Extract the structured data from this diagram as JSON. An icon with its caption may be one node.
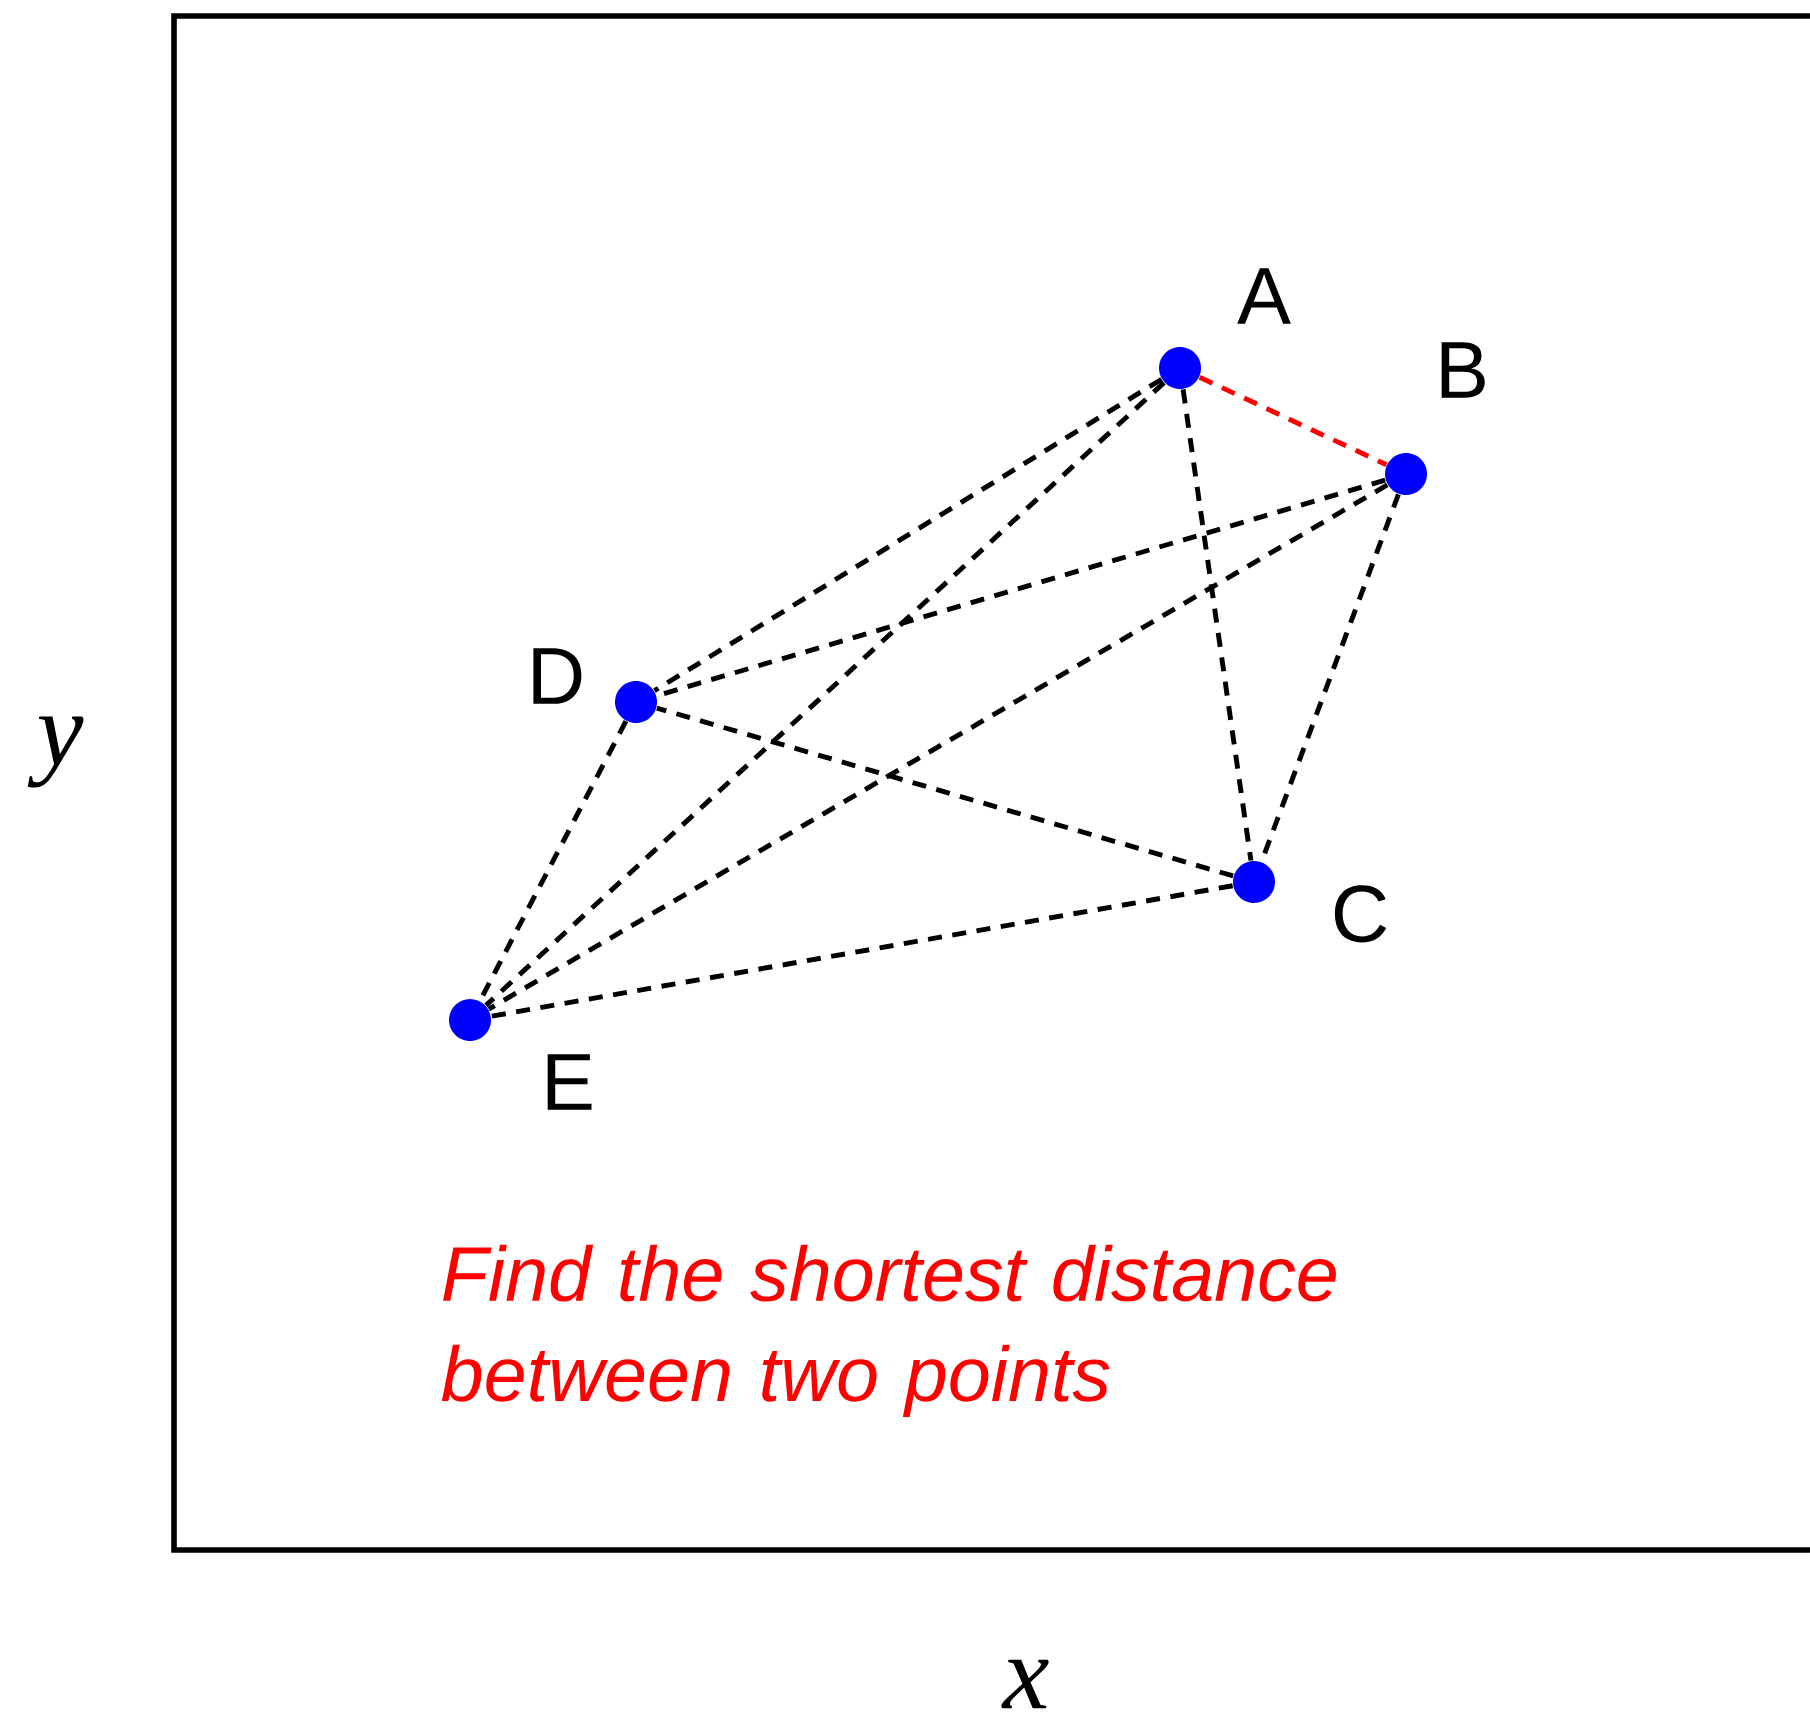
{
  "diagram": {
    "nodes": [
      {
        "text": [],
        "shape": "circle",
        "beside": [
          "A"
        ]
      },
      {
        "text": [],
        "shape": "circle",
        "beside": [
          "B"
        ]
      },
      {
        "text": [],
        "shape": "circle",
        "beside": [
          "C"
        ]
      },
      {
        "text": [],
        "shape": "circle",
        "beside": [
          "D"
        ]
      },
      {
        "text": [],
        "shape": "circle",
        "beside": [
          "E"
        ]
      }
    ],
    "edges": [
      {
        "from": 0,
        "to": 1,
        "arrow": "none",
        "style": "dashed",
        "color": "#ff0000"
      },
      {
        "from": 0,
        "to": 2,
        "arrow": "none",
        "style": "dashed"
      },
      {
        "from": 0,
        "to": 3,
        "arrow": "none",
        "style": "dashed"
      },
      {
        "from": 0,
        "to": 4,
        "arrow": "none",
        "style": "dashed"
      },
      {
        "from": 1,
        "to": 2,
        "arrow": "none",
        "style": "dashed"
      },
      {
        "from": 1,
        "to": 3,
        "arrow": "none",
        "style": "dashed"
      },
      {
        "from": 1,
        "to": 4,
        "arrow": "none",
        "style": "dashed"
      },
      {
        "from": 2,
        "to": 3,
        "arrow": "none",
        "style": "dashed"
      },
      {
        "from": 2,
        "to": 4,
        "arrow": "none",
        "style": "dashed"
      },
      {
        "from": 3,
        "to": 4,
        "arrow": "none",
        "style": "dashed"
      }
    ],
    "labels": [
      "y",
      "Find the shortest distance between two points",
      "x"
    ]
  }
}
